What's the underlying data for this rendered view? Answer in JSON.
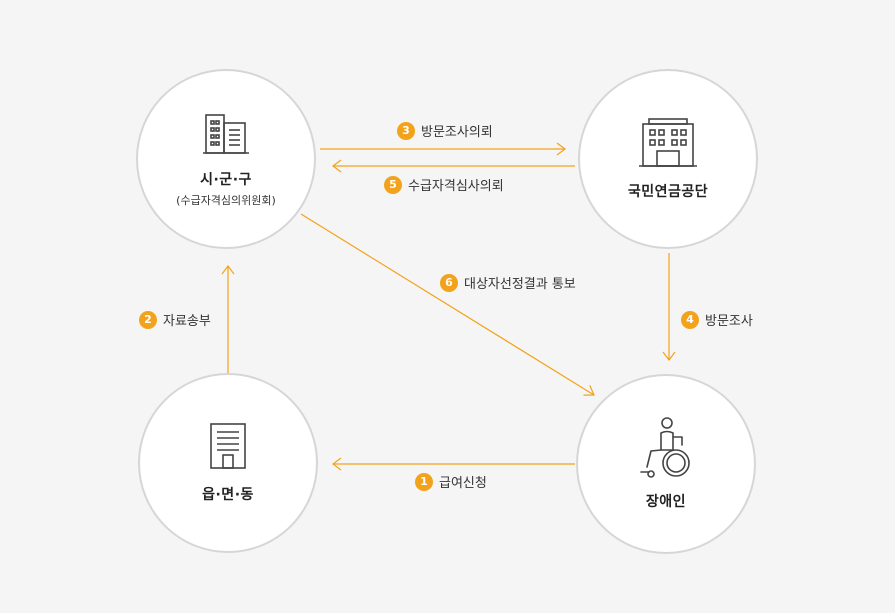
{
  "nodes": {
    "sigungu": {
      "name": "시·군·구",
      "sub": "(수급자격심의위원회)"
    },
    "pension": {
      "name": "국민연금공단"
    },
    "eupmyeondong": {
      "name": "읍·면·동"
    },
    "disabled": {
      "name": "장애인"
    }
  },
  "steps": [
    {
      "num": "1",
      "label": "급여신청"
    },
    {
      "num": "2",
      "label": "자료송부"
    },
    {
      "num": "3",
      "label": "방문조사의뢰"
    },
    {
      "num": "4",
      "label": "방문조사"
    },
    {
      "num": "5",
      "label": "수급자격심사의뢰"
    },
    {
      "num": "6",
      "label": "대상자선정결과 통보"
    }
  ],
  "colors": {
    "accent": "#f3a21c",
    "circle_border": "#d6d6d6",
    "icon": "#444444",
    "background": "#f5f5f5"
  }
}
